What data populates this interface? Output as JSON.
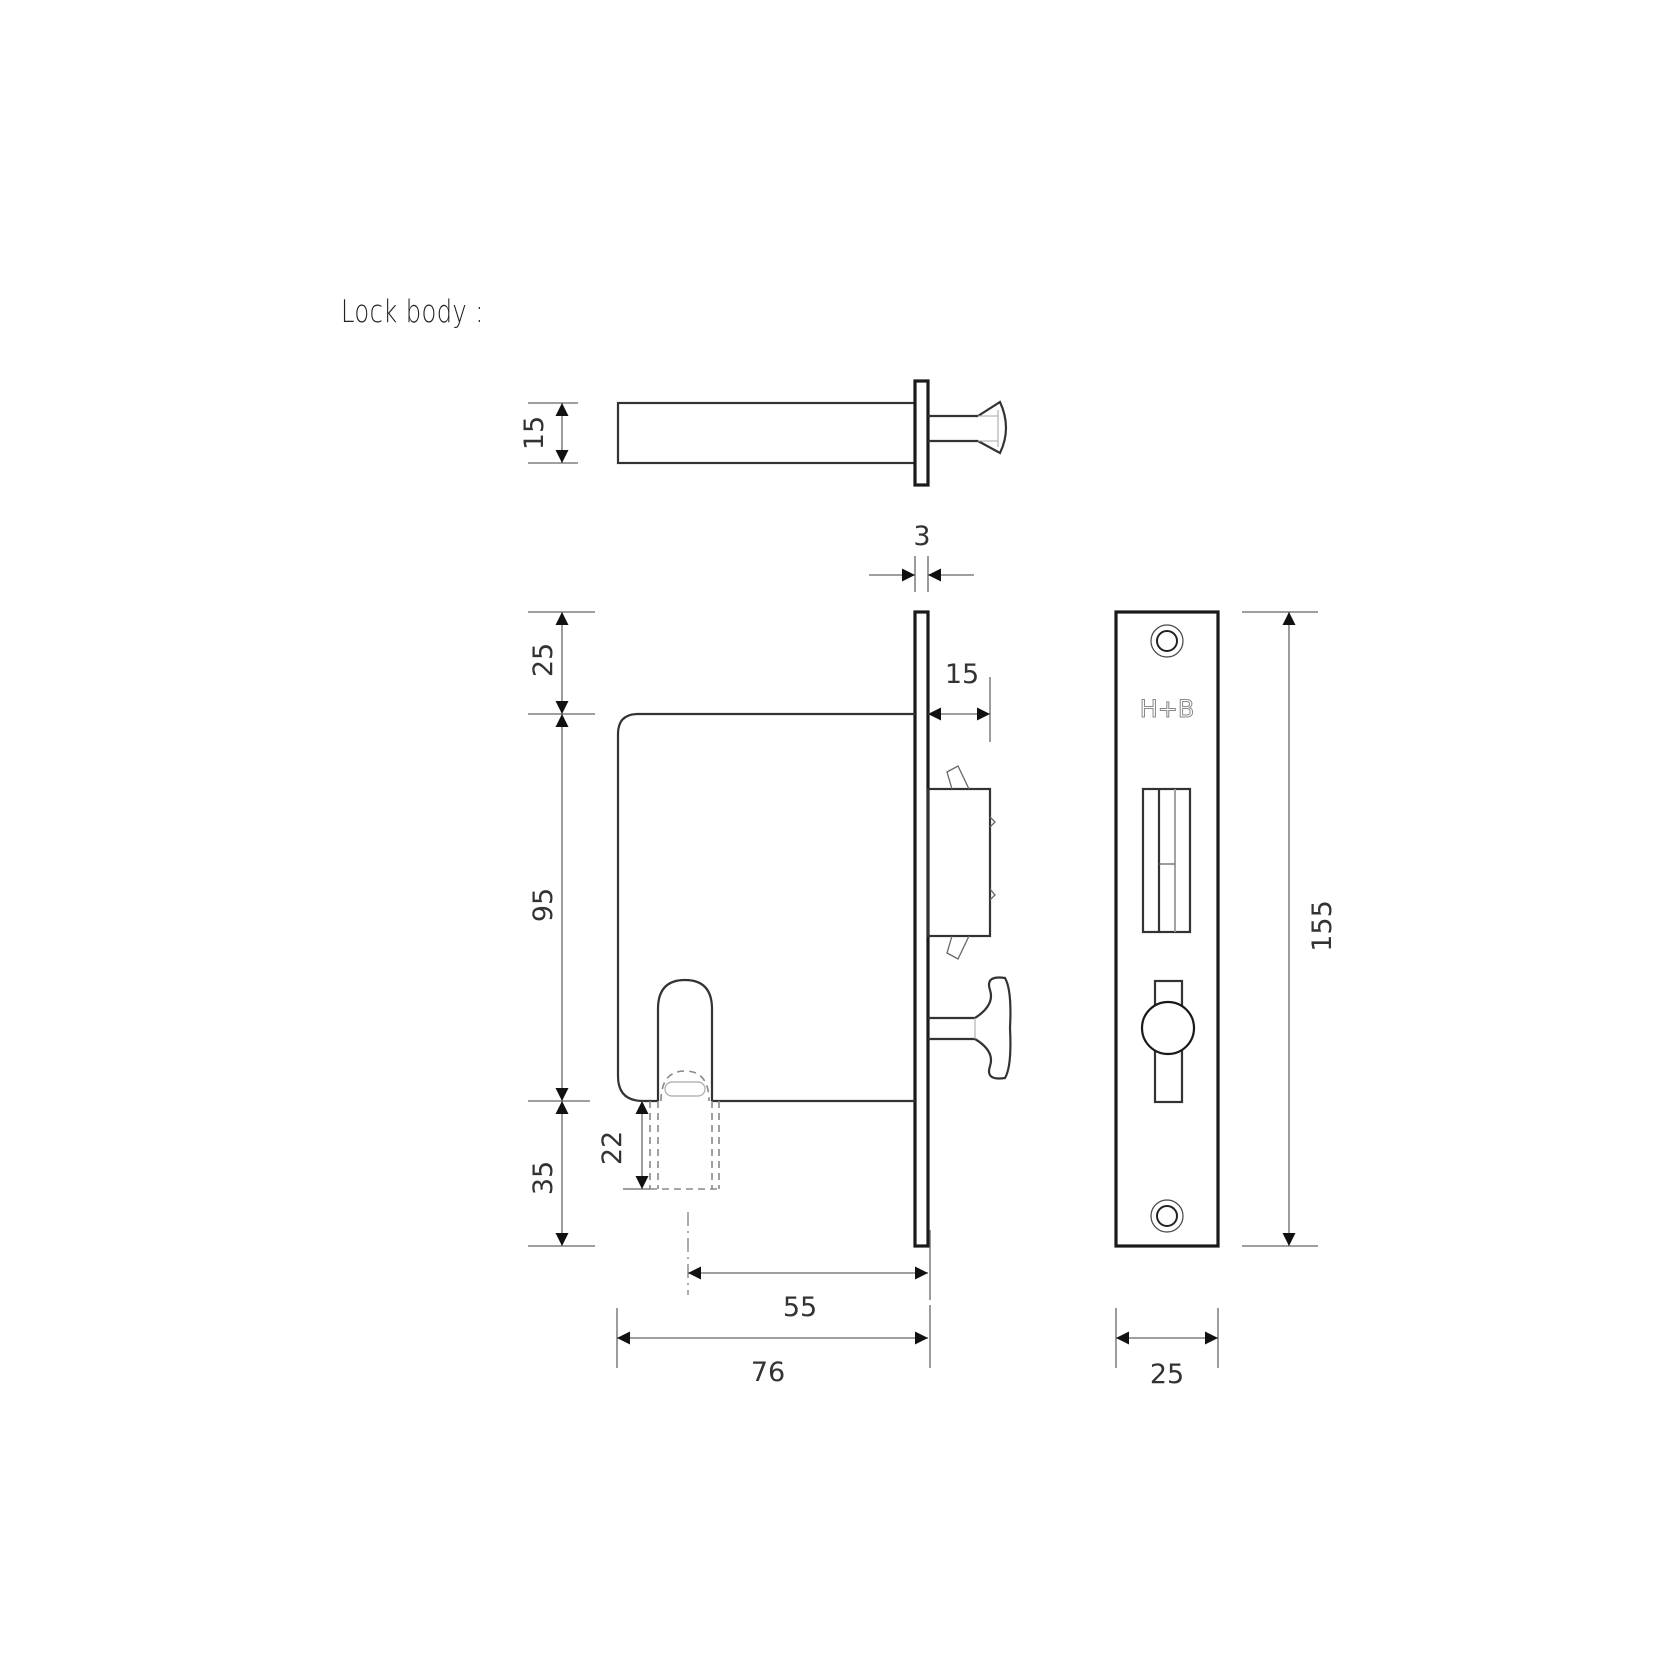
{
  "title": "Lock body :",
  "brand_mark": "H+B",
  "dimensions": {
    "top_view_height": "15",
    "faceplate_thickness": "3",
    "top_offset": "25",
    "latch_projection": "15",
    "body_height": "95",
    "bottom_offset": "35",
    "hook_depth": "22",
    "backset": "55",
    "body_depth": "76",
    "faceplate_height": "155",
    "faceplate_width": "25"
  },
  "colors": {
    "line": "#1a1a1a",
    "dimension_line": "#666666",
    "background": "#ffffff"
  }
}
